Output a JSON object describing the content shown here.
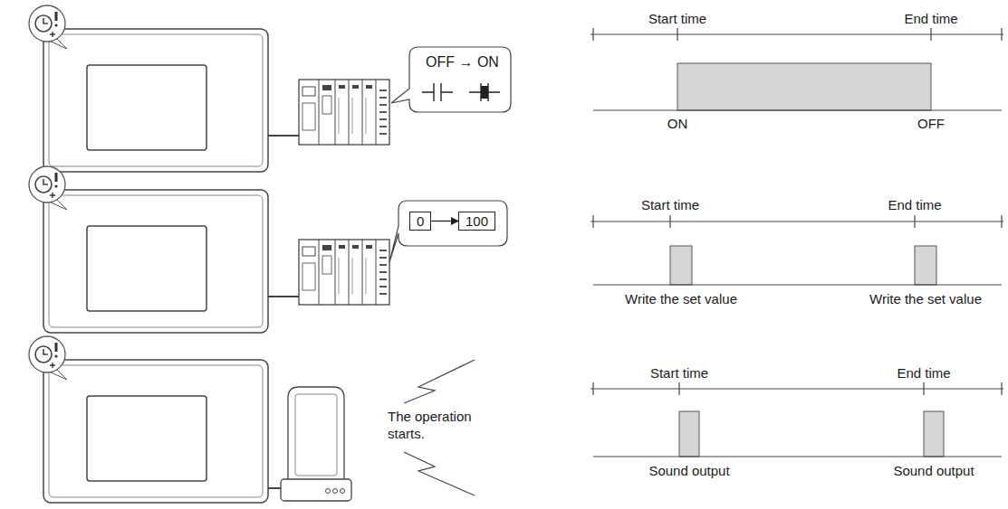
{
  "diagram": {
    "nodes": [
      {
        "text": [
          "OFF → ON"
        ]
      },
      {
        "text": [
          "0"
        ]
      },
      {
        "text": [
          "100"
        ]
      }
    ],
    "edges": [
      {
        "from": 1,
        "to": 2,
        "arrow": "to"
      }
    ],
    "labels": [
      "Start time",
      "End time",
      "ON",
      "OFF",
      "Start time",
      "End time",
      "Write the set value",
      "Write the set value",
      "The operation starts.",
      "Start time",
      "End time",
      "Sound output",
      "Sound output"
    ]
  }
}
